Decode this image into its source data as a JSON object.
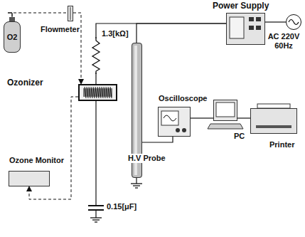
{
  "diagram": {
    "nodes": [
      {
        "text": [
          "Power Supply"
        ]
      },
      {
        "text": [
          "AC 220V 60Hz"
        ]
      },
      {
        "text": [
          "O2"
        ]
      },
      {
        "text": [
          "Flowmeter"
        ]
      },
      {
        "text": [
          "Ozonizer"
        ]
      },
      {
        "text": [
          "Ozone Monitor"
        ]
      },
      {
        "text": [
          "H.V Probe"
        ]
      },
      {
        "text": [
          "Oscilloscope"
        ]
      },
      {
        "text": [
          "PC"
        ]
      },
      {
        "text": [
          "Printer"
        ]
      }
    ],
    "edges": [
      {
        "from": 0,
        "to": 1,
        "arrow": "none"
      },
      {
        "from": 2,
        "to": 3,
        "arrow": "none"
      },
      {
        "from": 3,
        "to": 4,
        "arrow": "to"
      },
      {
        "from": 4,
        "to": 5,
        "arrow": "to"
      },
      {
        "from": 0,
        "to": 4,
        "arrow": "none"
      },
      {
        "from": 0,
        "to": 6,
        "arrow": "none"
      },
      {
        "from": 6,
        "to": 7,
        "arrow": "none"
      },
      {
        "from": 7,
        "to": 8,
        "arrow": "none"
      },
      {
        "from": 8,
        "to": 9,
        "arrow": "none"
      }
    ],
    "labels": [
      "1.3[kΩ]",
      "0.15[μF]"
    ]
  }
}
